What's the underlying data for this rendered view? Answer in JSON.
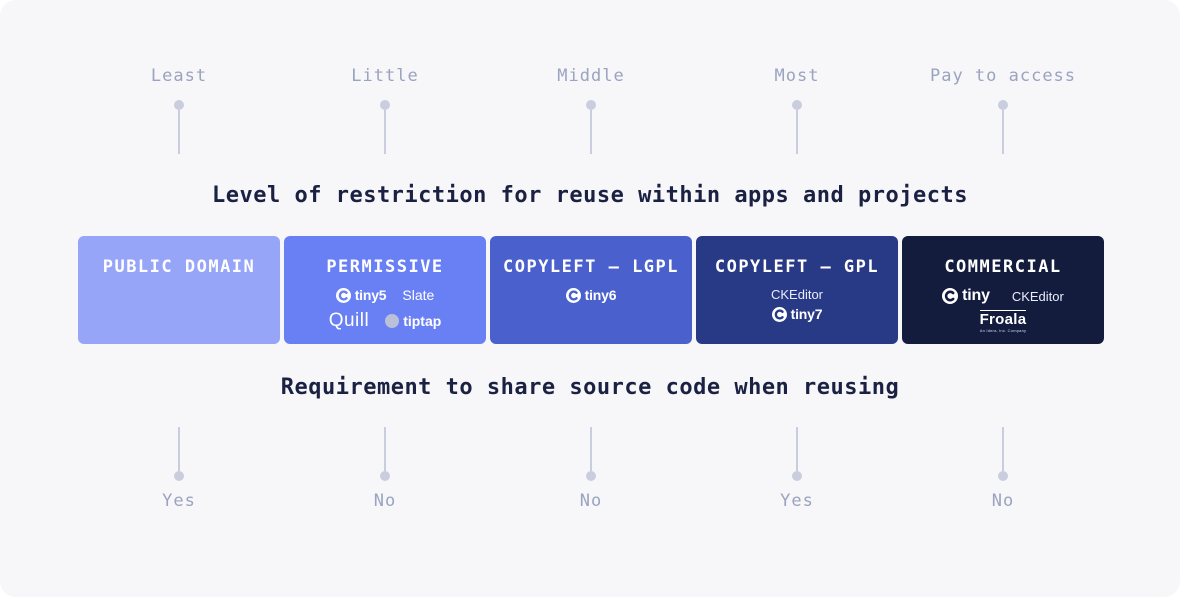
{
  "scales": {
    "top": {
      "title": "Level of restriction for reuse within apps and projects",
      "labels": [
        "Least",
        "Little",
        "Middle",
        "Most",
        "Pay to access"
      ]
    },
    "bottom": {
      "title": "Requirement to share source code when reusing",
      "labels": [
        "Yes",
        "No",
        "No",
        "Yes",
        "No"
      ]
    }
  },
  "cards": [
    {
      "label": "PUBLIC DOMAIN",
      "color": "#96a5f7",
      "logos": []
    },
    {
      "label": "PERMISSIVE",
      "color": "#6980f5",
      "logos": [
        "tiny5",
        "Slate",
        "Quill",
        "tiptap"
      ]
    },
    {
      "label": "COPYLEFT – LGPL",
      "color": "#4a61cd",
      "logos": [
        "tiny6"
      ]
    },
    {
      "label": "COPYLEFT – GPL",
      "color": "#283a85",
      "logos": [
        "CKEditor",
        "tiny7"
      ]
    },
    {
      "label": "COMMERCIAL",
      "color": "#141c3e",
      "logos": [
        "tiny",
        "CKEditor",
        "Froala"
      ],
      "froala_tagline": "An Idera, Inc. Company"
    }
  ],
  "colors": {
    "background": "#f7f7f9",
    "title_text": "#1b2142",
    "scale_text": "#9aa3bf",
    "stem": "#c9cdde"
  }
}
